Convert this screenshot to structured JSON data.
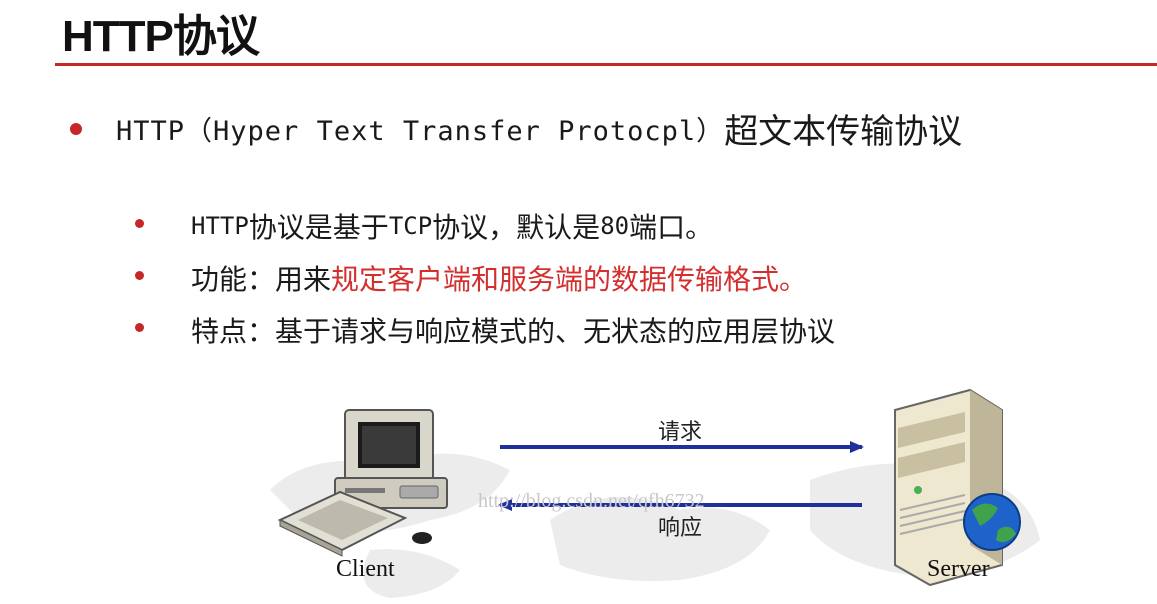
{
  "slide": {
    "title": "HTTP协议"
  },
  "main_bullet": {
    "prefix": "HTTP（",
    "english": "Hyper Text Transfer Protocpl）",
    "chinese": "超文本传输协议"
  },
  "sub_bullets": [
    {
      "mono": "HTTP",
      "text": "协议是基于",
      "mono2": "TCP",
      "text2": "协议，默认是",
      "mono3": "80",
      "text3": "端口。"
    },
    {
      "prefix": "功能：用来",
      "highlight": "规定客户端和服务端的数据传输格式。"
    },
    {
      "text": "特点：基于请求与响应模式的、无状态的应用层协议"
    }
  ],
  "diagram": {
    "client_label": "Client",
    "server_label": "Server",
    "request_label": "请求",
    "response_label": "响应",
    "watermark": "http://blog.csdn.net/qfh6732"
  },
  "colors": {
    "accent": "#c62828",
    "highlight_text": "#d32f2f",
    "arrow": "#1f2f9c"
  }
}
